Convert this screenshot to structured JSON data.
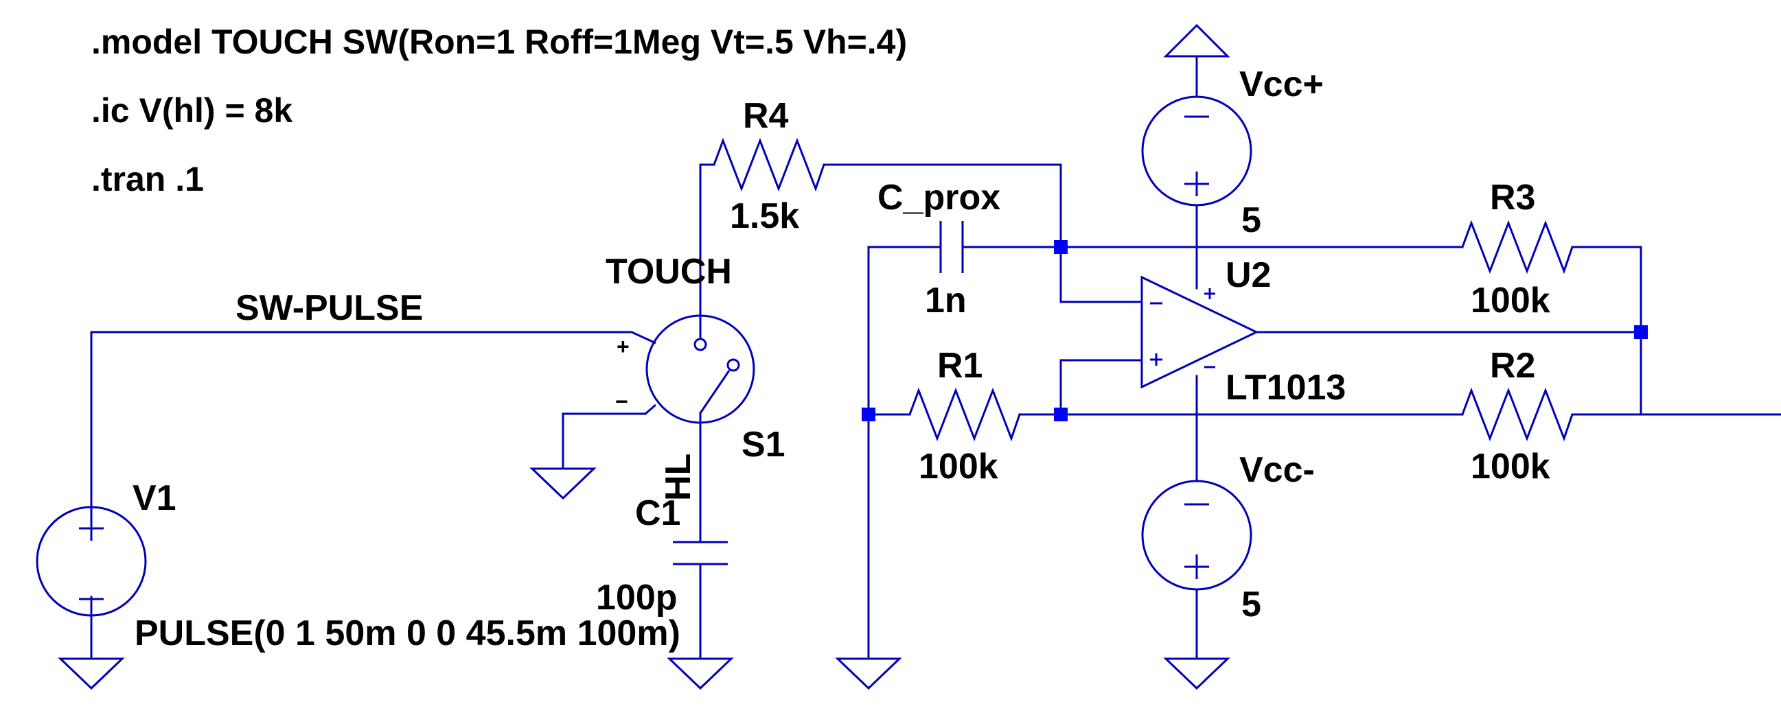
{
  "directives": {
    "model": ".model TOUCH SW(Ron=1 Roff=1Meg Vt=.5 Vh=.4)",
    "ic": ".ic V(hl) = 8k",
    "tran": ".tran .1"
  },
  "components": {
    "r4": {
      "name": "R4",
      "value": "1.5k"
    },
    "c_prox": {
      "name": "C_prox",
      "value": "1n"
    },
    "r1": {
      "name": "R1",
      "value": "100k"
    },
    "r2": {
      "name": "R2",
      "value": "100k"
    },
    "r3": {
      "name": "R3",
      "value": "100k"
    },
    "c1": {
      "name": "C1",
      "value": "100p"
    },
    "s1": {
      "name": "S1",
      "model": "TOUCH"
    },
    "u2": {
      "name": "U2",
      "part": "LT1013"
    },
    "vcc_plus": {
      "name": "Vcc+",
      "value": "5"
    },
    "vcc_minus": {
      "name": "Vcc-",
      "value": "5"
    },
    "v1": {
      "name": "V1",
      "value": "PULSE(0 1 50m 0 0 45.5m 100m)"
    }
  },
  "nets": {
    "sw_pulse": "SW-PULSE",
    "hl": "HL"
  },
  "symbols": {
    "plus": "+",
    "minus": "−"
  },
  "colors": {
    "wire": "#0000bb",
    "node": "#0000ff",
    "text": "#000000",
    "background": "#ffffff"
  }
}
